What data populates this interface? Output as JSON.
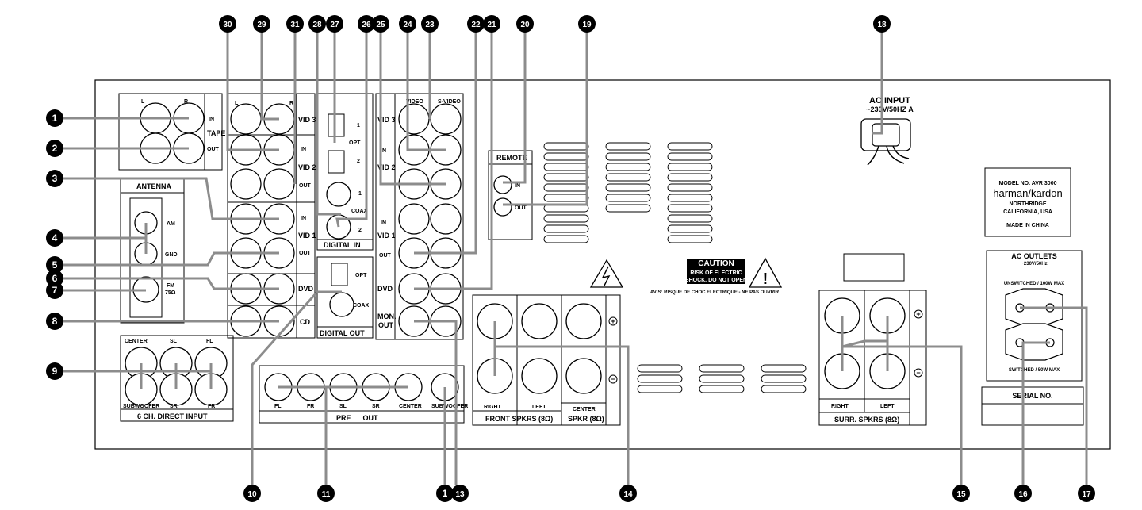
{
  "tape": {
    "l": "L",
    "r": "R",
    "in": "IN",
    "out": "OUT",
    "name": "TAPE"
  },
  "antenna": {
    "title": "ANTENNA",
    "am": "AM",
    "gnd": "GND",
    "fm": "FM",
    "fm_ohm": "75Ω"
  },
  "video": {
    "l": "L",
    "r": "R",
    "vid3": "VID 3",
    "vid2": "VID 2",
    "vid1": "VID 1",
    "dvd": "DVD",
    "cd": "CD",
    "in": "IN",
    "out": "OUT",
    "mon": "MON.",
    "monout": "OUT"
  },
  "digital_in": {
    "title": "DIGITAL IN",
    "opt": "OPT",
    "coax": "COAX",
    "n1": "1",
    "n2": "2"
  },
  "digital_out": {
    "title": "DIGITAL OUT",
    "opt": "OPT",
    "coax": "COAX"
  },
  "video_jacks": {
    "video": "VIDEO",
    "svideo": "S-VIDEO"
  },
  "remote": {
    "title": "REMOTE",
    "in": "IN",
    "out": "OUT"
  },
  "direct_input": {
    "title": "6 CH. DIRECT INPUT",
    "center": "CENTER",
    "sl": "SL",
    "fl": "FL",
    "subwoofer": "SUBWOOFER",
    "sr": "SR",
    "fr": "FR"
  },
  "preout": {
    "title": "PRE      OUT",
    "fl": "FL",
    "fr": "FR",
    "sl": "SL",
    "sr": "SR",
    "center": "CENTER",
    "subwoofer": "SUBWOOFER"
  },
  "front_spkrs": {
    "right": "RIGHT",
    "left": "LEFT",
    "title": "FRONT SPKRS (8Ω)"
  },
  "center_spkr": {
    "center": "CENTER",
    "title": "SPKR (8Ω)"
  },
  "surr_spkrs": {
    "right": "RIGHT",
    "left": "LEFT",
    "title": "SURR. SPKRS (8Ω)"
  },
  "caution": {
    "title": "CAUTION",
    "line1": "RISK OF ELECTRIC",
    "line2": "SHOCK. DO NOT OPEN",
    "avis": "AVIS: RISQUE DE CHOC ELECTRIQUE - NE PAS OUVRIR"
  },
  "ac_input": {
    "title": "AC INPUT",
    "spec": "~230V/50HZ  A"
  },
  "model": {
    "model_no": "MODEL NO. AVR 3000",
    "brand": "harman/kardon",
    "city": "NORTHRIDGE",
    "state": "CALIFORNIA, USA",
    "made": "MADE IN CHINA"
  },
  "ac_outlets": {
    "title": "AC OUTLETS",
    "spec": "~230V/50Hz",
    "unswitched": "UNSWITCHED / 100W MAX",
    "switched": "SWITCHED / 50W MAX"
  },
  "serial": {
    "title": "SERIAL NO."
  },
  "callouts": {
    "n1": "1",
    "n2": "2",
    "n3": "3",
    "n4": "4",
    "n5": "5",
    "n6": "6",
    "n7": "7",
    "n8": "8",
    "n9": "9",
    "n10": "10",
    "n11": "11",
    "n12": "1",
    "n13": "13",
    "n14": "14",
    "n15": "15",
    "n16": "16",
    "n17": "17",
    "n18": "18",
    "n19": "19",
    "n20": "20",
    "n21": "21",
    "n22": "22",
    "n23": "23",
    "n24": "24",
    "n25": "25",
    "n26": "26",
    "n27": "27",
    "n28": "28",
    "n29": "29",
    "n30": "30",
    "n31": "31"
  }
}
